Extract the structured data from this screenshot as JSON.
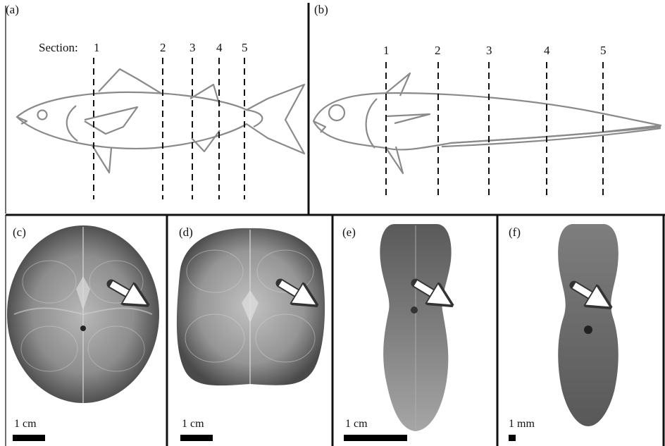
{
  "panels": {
    "a": {
      "label": "(a)",
      "section_prefix": "Section:",
      "sections": [
        "1",
        "2",
        "3",
        "4",
        "5"
      ]
    },
    "b": {
      "label": "(b)",
      "sections": [
        "1",
        "2",
        "3",
        "4",
        "5"
      ]
    },
    "c": {
      "label": "(c)",
      "scale": "1 cm"
    },
    "d": {
      "label": "(d)",
      "scale": "1 cm"
    },
    "e": {
      "label": "(e)",
      "scale": "1 cm"
    },
    "f": {
      "label": "(f)",
      "scale": "1 mm"
    }
  },
  "colors": {
    "outline": "#8a8a8a",
    "divider": "#111111",
    "section_line": "#111111",
    "arrow_fill": "#ffffff"
  }
}
